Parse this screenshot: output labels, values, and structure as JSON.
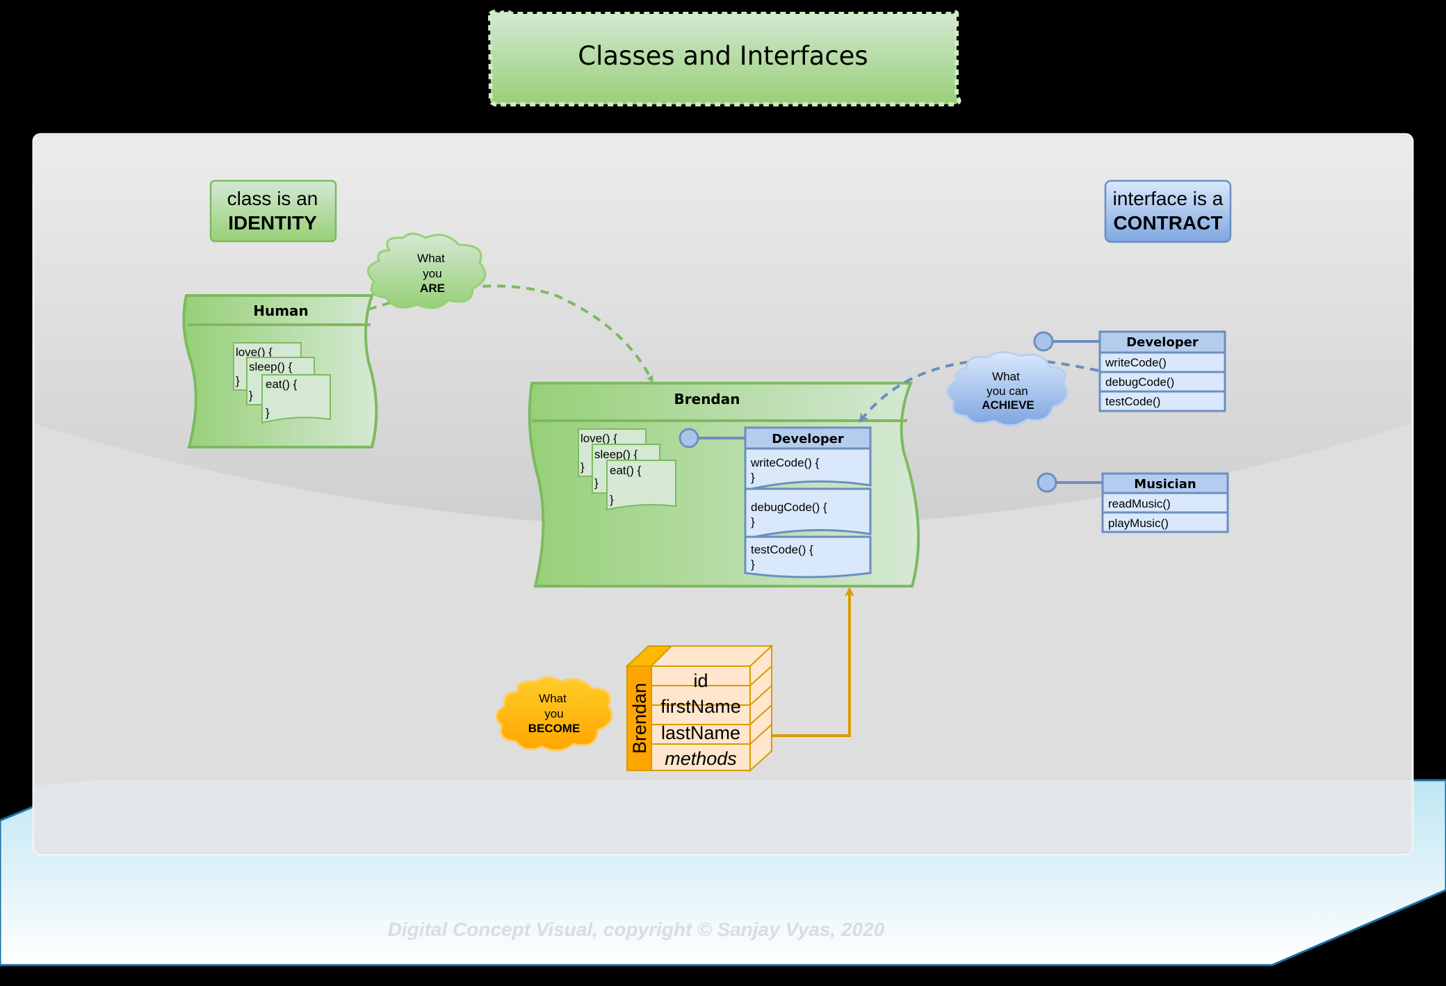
{
  "title": "Classes and Interfaces",
  "left_label": {
    "line1": "class is an",
    "line2": "IDENTITY"
  },
  "right_label": {
    "line1": "interface is a",
    "line2": "CONTRACT"
  },
  "clouds": {
    "are": {
      "l1": "What",
      "l2": "you",
      "l3": "ARE"
    },
    "achieve": {
      "l1": "What",
      "l2": "you can",
      "l3": "ACHIEVE"
    },
    "become": {
      "l1": "What",
      "l2": "you",
      "l3": "BECOME"
    }
  },
  "human": {
    "title": "Human",
    "love": "love() {",
    "sleep": "sleep() {",
    "eat": "eat() {",
    "brace": "}"
  },
  "brendan_class": {
    "title": "Brendan",
    "love": "love() {",
    "sleep": "sleep() {",
    "eat": "eat() {",
    "brace": "}"
  },
  "developer_impl": {
    "title": "Developer",
    "write": "writeCode() {",
    "debug": "debugCode() {",
    "test": "testCode() {",
    "brace": "}"
  },
  "developer_iface": {
    "title": "Developer",
    "methods": [
      "writeCode()",
      "debugCode()",
      "testCode()"
    ]
  },
  "musician_iface": {
    "title": "Musician",
    "methods": [
      "readMusic()",
      "playMusic()"
    ]
  },
  "object": {
    "name": "Brendan",
    "fields": [
      "id",
      "firstName",
      "lastName",
      "methods"
    ]
  },
  "footer": "Digital Concept Visual, copyright © Sanjay Vyas, 2020",
  "colors": {
    "green": "#7cba60",
    "blue": "#6c8ebf",
    "orange": "#d79b00",
    "object_fill": "#ffe6cc"
  }
}
